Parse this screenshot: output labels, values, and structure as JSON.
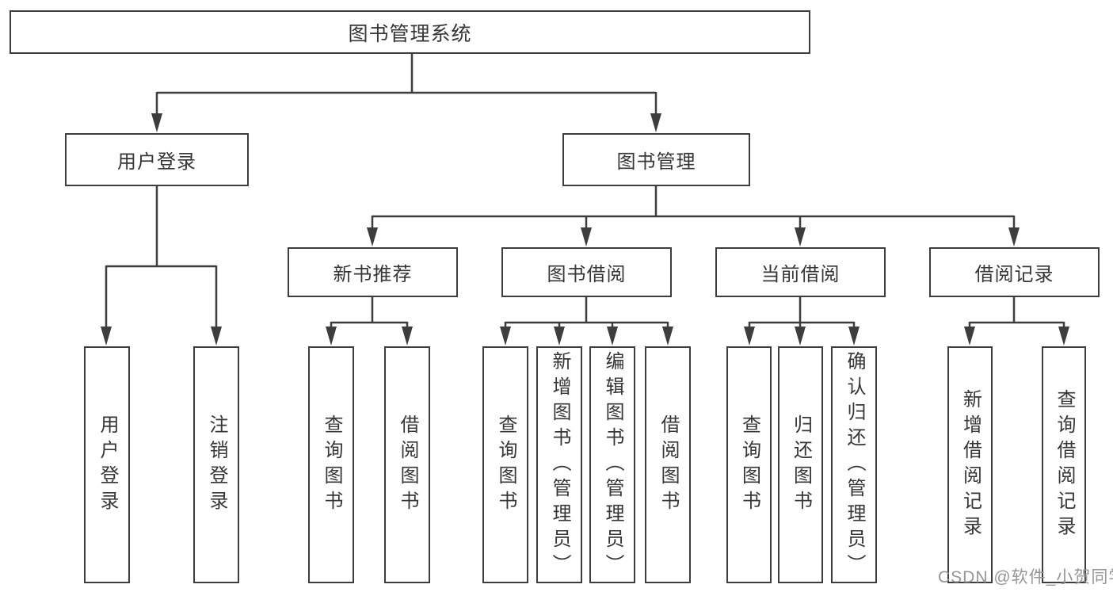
{
  "watermark": {
    "text": "CSDN @软件_小贺同学",
    "color": "#969696"
  },
  "colors": {
    "line": "#3d3d3d",
    "border": "#3d3d3d",
    "text": "#363636",
    "background": "#ffffff"
  },
  "tree": {
    "root": {
      "label": "图书管理系统"
    },
    "branches": [
      {
        "label": "用户登录",
        "children": [
          {
            "label": "用户登录"
          },
          {
            "label": "注销登录"
          }
        ]
      },
      {
        "label": "图书管理",
        "children": [
          {
            "label": "新书推荐",
            "children": [
              {
                "label": "查询图书"
              },
              {
                "label": "借阅图书"
              }
            ]
          },
          {
            "label": "图书借阅",
            "children": [
              {
                "label": "查询图书"
              },
              {
                "label": "新增图书（管理员）"
              },
              {
                "label": "编辑图书（管理员）"
              },
              {
                "label": "借阅图书"
              }
            ]
          },
          {
            "label": "当前借阅",
            "children": [
              {
                "label": "查询图书"
              },
              {
                "label": "归还图书"
              },
              {
                "label": "确认归还（管理员）"
              }
            ]
          },
          {
            "label": "借阅记录",
            "children": [
              {
                "label": "新增借阅记录"
              },
              {
                "label": "查询借阅记录"
              }
            ]
          }
        ]
      }
    ]
  }
}
